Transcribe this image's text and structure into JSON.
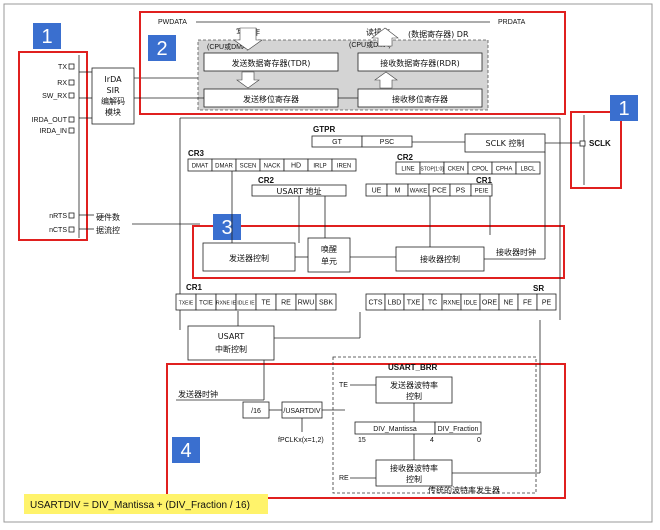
{
  "badges": {
    "b1_left": "1",
    "b2": "2",
    "b1_right": "1",
    "b3": "3",
    "b4": "4"
  },
  "pins": {
    "tx": "TX",
    "rx": "RX",
    "sw_rx": "SW_RX",
    "irda_out": "IRDA_OUT",
    "irda_in": "IRDA_IN",
    "nrts": "nRTS",
    "ncts": "nCTS",
    "sclk": "SCLK"
  },
  "irda": {
    "line1": "IrDA",
    "line2": "SIR",
    "line3": "编解码",
    "line4": "模块"
  },
  "flow": {
    "line1": "硬件数",
    "line2": "据流控"
  },
  "data_regs": {
    "pwdata": "PWDATA",
    "prdata": "PRDATA",
    "write_op": "写操作",
    "read_op": "读操作",
    "read_note": "(数据寄存器) DR",
    "cpu_dma_1": "(CPU或DMA)",
    "cpu_dma_2": "(CPU或DMA)",
    "tdr": "发送数据寄存器(TDR)",
    "rdr": "接收数据寄存器(RDR)",
    "tx_shift": "发送移位寄存器",
    "rx_shift": "接收移位寄存器"
  },
  "control": {
    "gtpr": "GTPR",
    "gt": "GT",
    "psc": "PSC",
    "sclk_ctrl": "SCLK 控制",
    "cr3": "CR3",
    "cr3_bits": [
      "DMAT",
      "DMAR",
      "SCEN",
      "NACK",
      "HD",
      "IRLP",
      "IREN"
    ],
    "cr2_left": "CR2",
    "usart_addr": "USART 地址",
    "cr2_right": "CR2",
    "cr2_bits": [
      "LINE",
      "STOP[1:0]",
      "CKEN",
      "CPOL",
      "CPHA",
      "LBCL"
    ],
    "cr1_top": "CR1",
    "cr1_top_bits": [
      "UE",
      "M",
      "WAKE",
      "PCE",
      "PS",
      "PEIE"
    ]
  },
  "units": {
    "tx_ctrl": "发送器控制",
    "wake_1": "唤醒",
    "wake_2": "单元",
    "rx_ctrl": "接收器控制",
    "rx_clock": "接收器时钟"
  },
  "irq": {
    "cr1": "CR1",
    "cr1_bits": [
      "TXEIE",
      "TCIE",
      "RXNE IE",
      "IDLE IE",
      "TE",
      "RE",
      "RWU",
      "SBK"
    ],
    "sr": "SR",
    "sr_bits": [
      "CTS",
      "LBD",
      "TXE",
      "TC",
      "RXNE",
      "IDLE",
      "ORE",
      "NE",
      "FE",
      "PE"
    ],
    "usart_irq_1": "USART",
    "usart_irq_2": "中断控制"
  },
  "baud": {
    "tx_clock": "发送器时钟",
    "div16": "/16",
    "usartdiv": "/USARTDIV",
    "pclk": "fPCLKx(x=1,2)",
    "brr": "USART_BRR",
    "te": "TE",
    "re": "RE",
    "tx_baud_1": "发送器波特率",
    "tx_baud_2": "控制",
    "rx_baud_1": "接收器波特率",
    "rx_baud_2": "控制",
    "div_mantissa": "DIV_Mantissa",
    "div_fraction": "DIV_Fraction",
    "n15": "15",
    "n4": "4",
    "n0": "0",
    "generator": "传统的波特率发生器"
  },
  "formula": "USARTDIV = DIV_Mantissa + (DIV_Fraction / 16)",
  "colors": {
    "red": "#e0201f",
    "badge": "#3a6fcf",
    "gray": "#d4d4d4",
    "formula_bg": "#fff36b"
  }
}
